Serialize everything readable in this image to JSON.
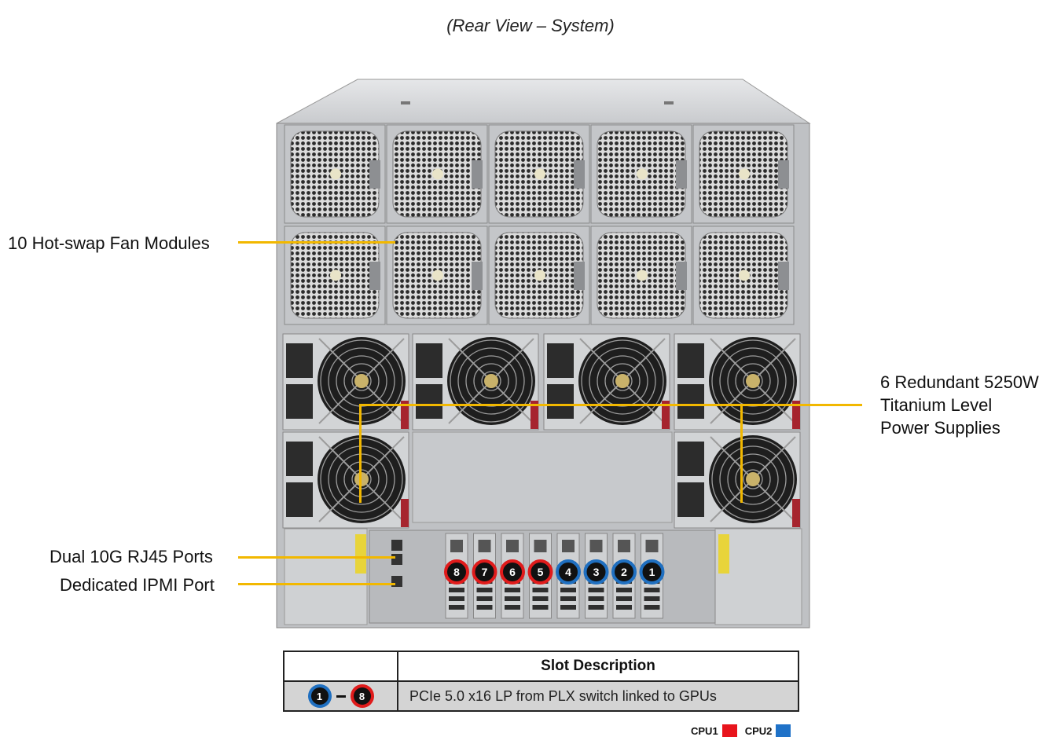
{
  "title": "(Rear View – System)",
  "callouts": {
    "fans": "10 Hot-swap Fan Modules",
    "psu_line1": "6 Redundant 5250W",
    "psu_line2": "Titanium Level",
    "psu_line3": "Power Supplies",
    "rj45": "Dual 10G RJ45 Ports",
    "ipmi": "Dedicated IPMI Port"
  },
  "slots": {
    "numbers": [
      "8",
      "7",
      "6",
      "5",
      "4",
      "3",
      "2",
      "1"
    ],
    "cpu_of_slot": [
      "CPU1",
      "CPU1",
      "CPU1",
      "CPU1",
      "CPU2",
      "CPU2",
      "CPU2",
      "CPU2"
    ]
  },
  "table": {
    "header": "Slot Description",
    "range_start": "1",
    "range_end": "8",
    "description": "PCIe 5.0 x16 LP from PLX switch linked to GPUs"
  },
  "legend": [
    {
      "label": "CPU1",
      "color": "#e8141c"
    },
    {
      "label": "CPU2",
      "color": "#1f72c8"
    }
  ],
  "colors": {
    "leader": "#f2b800",
    "cpu1": "#e01b1b",
    "cpu2": "#1f6fc0"
  }
}
